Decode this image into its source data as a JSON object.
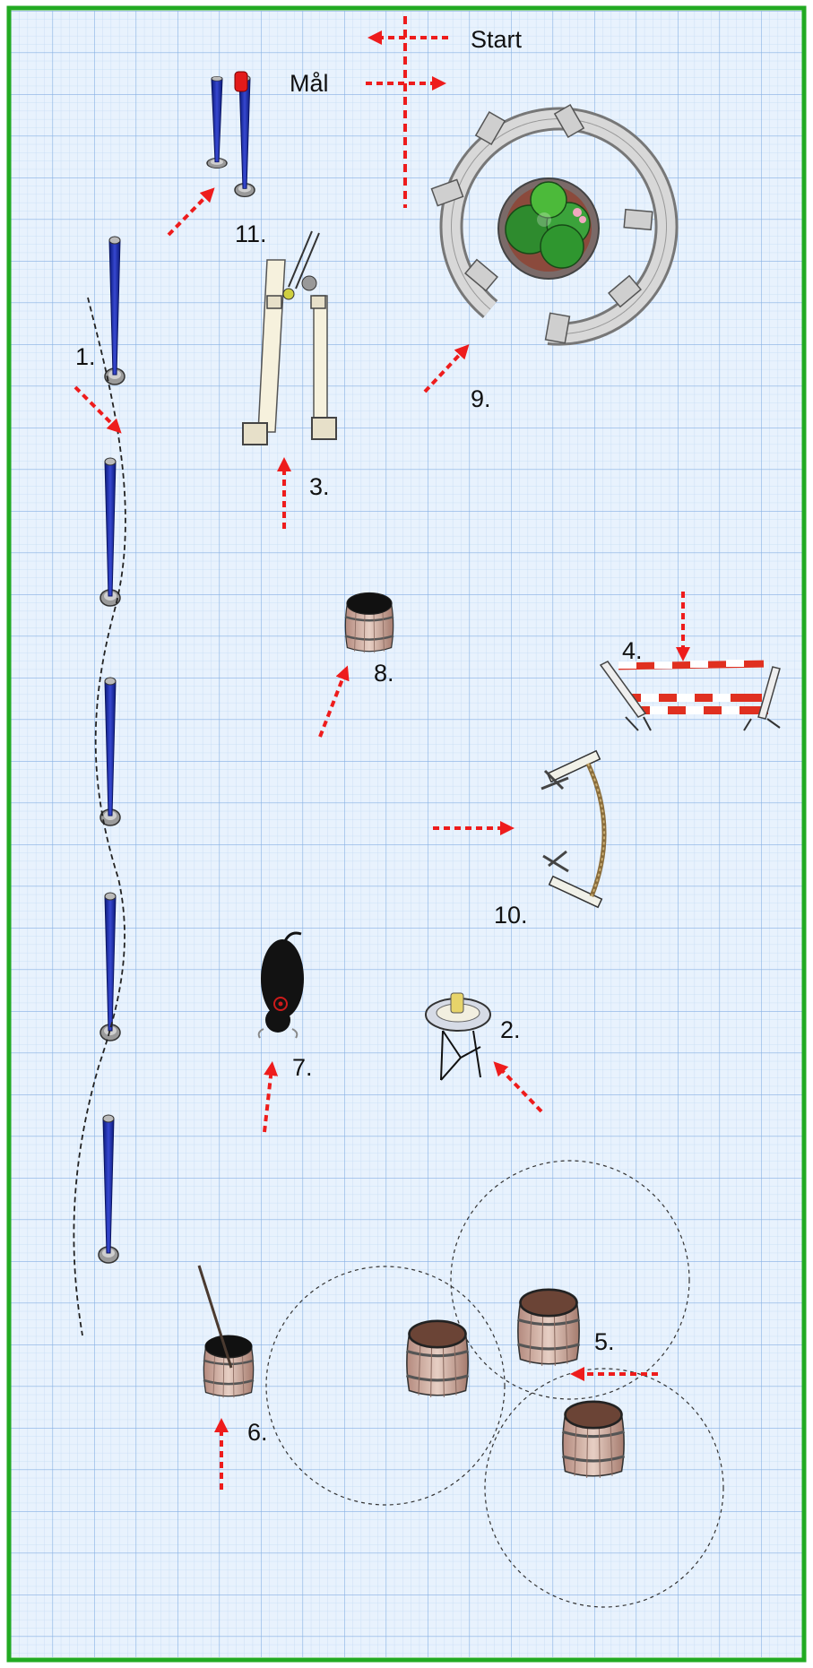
{
  "course": {
    "start_label": "Start",
    "goal_label": "Mål",
    "stations": [
      {
        "number": 1,
        "label": "1.",
        "item": "slalom-poles"
      },
      {
        "number": 2,
        "label": "2.",
        "item": "table-with-bowl"
      },
      {
        "number": 3,
        "label": "3.",
        "item": "gate-poles"
      },
      {
        "number": 4,
        "label": "4.",
        "item": "jump"
      },
      {
        "number": 5,
        "label": "5.",
        "item": "barrels"
      },
      {
        "number": 6,
        "label": "6.",
        "item": "barrel-with-stick"
      },
      {
        "number": 7,
        "label": "7.",
        "item": "animal-figure"
      },
      {
        "number": 8,
        "label": "8.",
        "item": "barrel"
      },
      {
        "number": 9,
        "label": "9.",
        "item": "circular-bench-with-plants"
      },
      {
        "number": 10,
        "label": "10.",
        "item": "rope-gate"
      },
      {
        "number": 11,
        "label": "11.",
        "item": "goal-poles"
      }
    ]
  },
  "colors": {
    "border": "#22aa22",
    "grid_minor": "#c8ddf4",
    "grid_major": "#7aa8e0",
    "background": "#e6f1fd",
    "arrow": "#ee1c1c",
    "pole": "#1d2fa6"
  }
}
